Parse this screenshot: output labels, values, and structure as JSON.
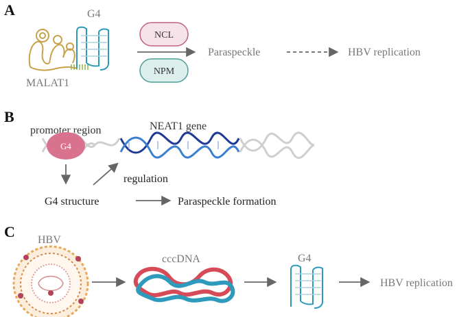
{
  "panels": {
    "a": {
      "letter": "A",
      "g4_label": "G4",
      "malat1_label": "MALAT1",
      "ncl_label": "NCL",
      "npm_label": "NPM",
      "paraspeckle_label": "Paraspeckle",
      "outcome_label": "HBV replication",
      "colors": {
        "ncl_fill": "#f6e3ea",
        "ncl_stroke": "#c0607f",
        "npm_fill": "#dcefed",
        "npm_stroke": "#4d9e95",
        "rna": "#c7a24b",
        "g4": "#2c9ab7"
      }
    },
    "b": {
      "letter": "B",
      "promoter_label": "promoter region",
      "gene_label": "NEAT1 gene",
      "g4_node_label": "G4",
      "regulation_label": "regulation",
      "structure_label": "G4 structure",
      "formation_label": "Paraspeckle formation",
      "colors": {
        "dna_gray": "#cfcfcf",
        "dna_blue": "#1f3a93",
        "g4_node": "#d9728e"
      }
    },
    "c": {
      "letter": "C",
      "hbv_label": "HBV",
      "cccdna_label": "cccDNA",
      "g4_label": "G4",
      "outcome_label": "HBV replication",
      "colors": {
        "red": "#d64b57",
        "blue": "#2e9bbd",
        "virion": "#e8a85a"
      }
    }
  }
}
